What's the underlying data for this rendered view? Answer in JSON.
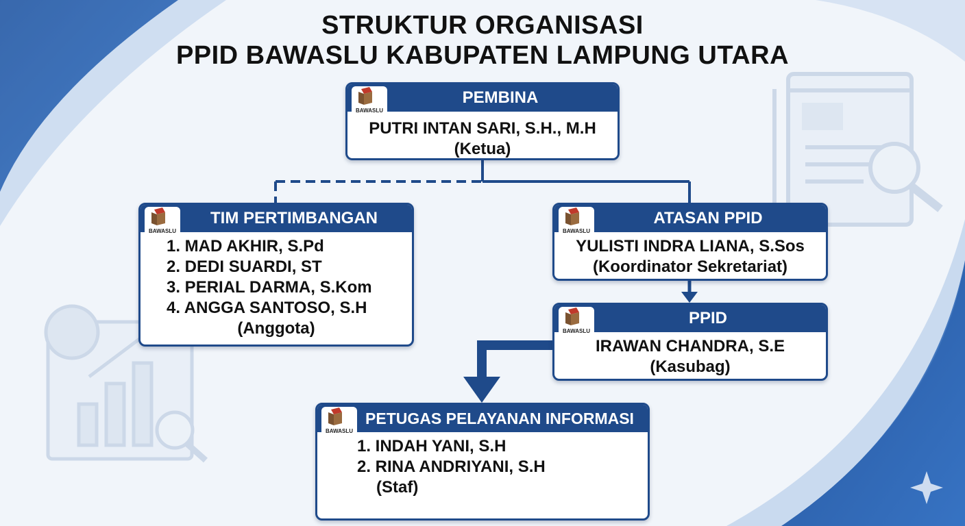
{
  "title": {
    "line1": "STRUKTUR ORGANISASI",
    "line2": "PPID BAWASLU KABUPATEN LAMPUNG UTARA"
  },
  "logo_text": "BAWASLU",
  "pembina": {
    "header": "PEMBINA",
    "name": "PUTRI INTAN SARI, S.H., M.H",
    "role": "(Ketua)"
  },
  "tim": {
    "header": "TIM PERTIMBANGAN",
    "members": [
      "1. MAD AKHIR, S.Pd",
      "2. DEDI SUARDI, ST",
      "3. PERIAL DARMA, S.Kom",
      "4. ANGGA SANTOSO, S.H"
    ],
    "role": "(Anggota)"
  },
  "atasan": {
    "header": "ATASAN PPID",
    "name": "YULISTI INDRA LIANA, S.Sos",
    "role": "(Koordinator Sekretariat)"
  },
  "ppid": {
    "header": "PPID",
    "name": "IRAWAN CHANDRA, S.E",
    "role": "(Kasubag)"
  },
  "petugas": {
    "header": "PETUGAS PELAYANAN INFORMASI",
    "members": [
      "1. INDAH YANI, S.H",
      "2. RINA ANDRIYANI, S.H"
    ],
    "role": "(Staf)"
  },
  "colors": {
    "primary": "#1f4a8a",
    "box_bg": "#ffffff",
    "text": "#111111",
    "logo_red": "#c0392b",
    "logo_brown": "#9a6b3f"
  }
}
